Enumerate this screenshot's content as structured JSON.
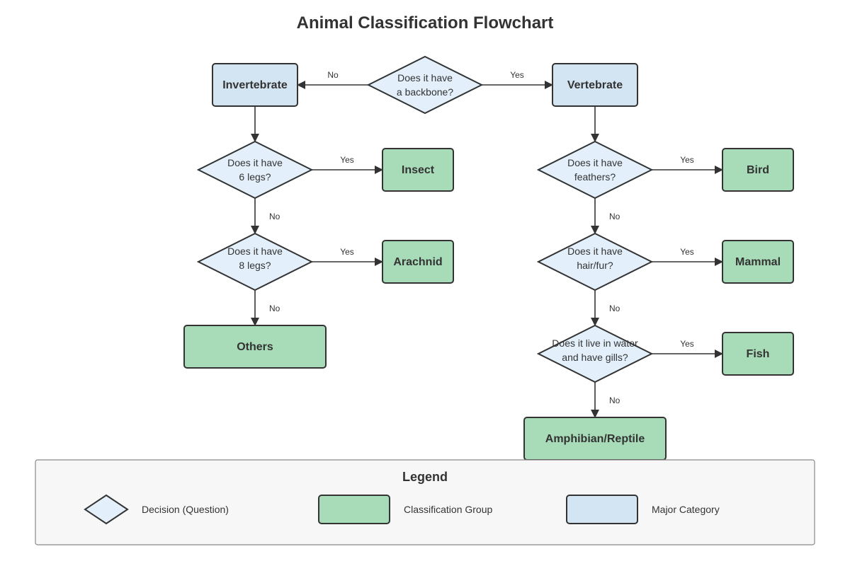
{
  "title": "Animal Classification Flowchart",
  "nodes": {
    "q_backbone": [
      "Does it have",
      "a backbone?"
    ],
    "invertebrate": "Invertebrate",
    "vertebrate": "Vertebrate",
    "q_6legs": [
      "Does it have",
      "6 legs?"
    ],
    "insect": "Insect",
    "q_8legs": [
      "Does it have",
      "8 legs?"
    ],
    "arachnid": "Arachnid",
    "others": "Others",
    "q_feathers": [
      "Does it have",
      "feathers?"
    ],
    "bird": "Bird",
    "q_hair": [
      "Does it have",
      "hair/fur?"
    ],
    "mammal": "Mammal",
    "q_water": [
      "Does it live in water",
      "and have gills?"
    ],
    "fish": "Fish",
    "amphibian_reptile": "Amphibian/Reptile"
  },
  "edge_labels": {
    "backbone_no": "No",
    "backbone_yes": "Yes",
    "legs6_yes": "Yes",
    "legs6_no": "No",
    "legs8_yes": "Yes",
    "legs8_no": "No",
    "feathers_yes": "Yes",
    "feathers_no": "No",
    "hair_yes": "Yes",
    "hair_no": "No",
    "water_yes": "Yes",
    "water_no": "No"
  },
  "legend": {
    "title": "Legend",
    "decision": "Decision (Question)",
    "classification": "Classification Group",
    "major": "Major Category"
  },
  "colors": {
    "decision_fill": "#e3f0fb",
    "major_fill": "#d3e4f2",
    "group_fill": "#a8dcb8",
    "stroke": "#333333"
  }
}
